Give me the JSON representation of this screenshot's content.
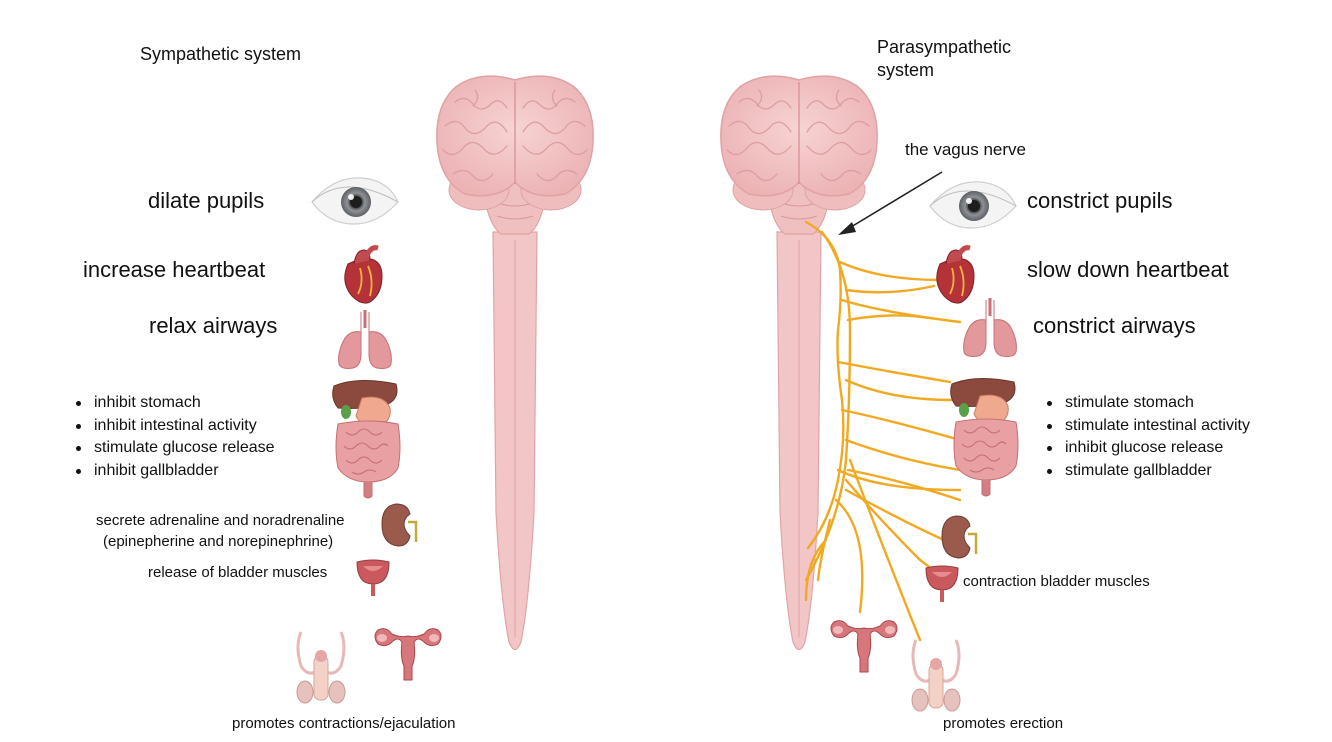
{
  "sympathetic": {
    "title": "Sympathetic system",
    "pupils": "dilate pupils",
    "heart": "increase heartbeat",
    "airways": "relax airways",
    "digestive": [
      "inhibit stomach",
      "inhibit intestinal activity",
      "stimulate glucose release",
      "inhibit gallbladder"
    ],
    "adrenal_1": "secrete adrenaline and noradrenaline",
    "adrenal_2": "(epinepherine and norepinephrine)",
    "bladder": "release of bladder muscles",
    "reproductive": "promotes contractions/ejaculation"
  },
  "parasympathetic": {
    "title_1": "Parasympathetic",
    "title_2": "system",
    "vagus": "the vagus nerve",
    "pupils": "constrict pupils",
    "heart": "slow down heartbeat",
    "airways": "constrict airways",
    "digestive": [
      "stimulate stomach",
      "stimulate intestinal activity",
      "inhibit glucose release",
      "stimulate gallbladder"
    ],
    "bladder": "contraction bladder muscles",
    "reproductive": "promotes erection"
  },
  "colors": {
    "brain": "#f2c4c4",
    "brain_outline": "#e2a3a6",
    "nerve": "#f2a922",
    "organ": "#c9595c",
    "text": "#111111"
  },
  "icons": [
    "brain-icon",
    "spinal-cord-icon",
    "eye-icon",
    "heart-icon",
    "lungs-icon",
    "digestive-organs-icon",
    "kidney-icon",
    "bladder-icon",
    "male-reproductive-icon",
    "uterus-icon",
    "arrow-icon"
  ]
}
